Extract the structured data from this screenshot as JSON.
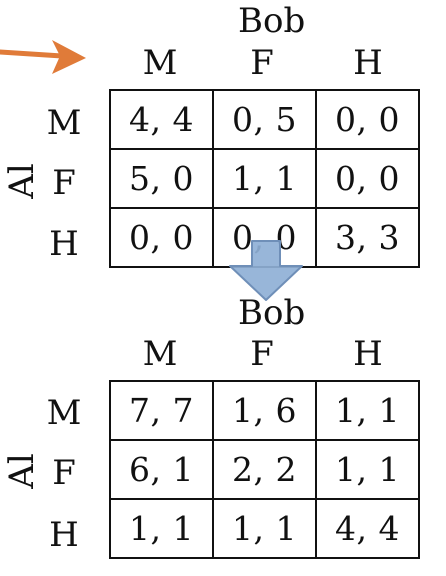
{
  "colors": {
    "pointer_arrow": "#e07b39",
    "transform_arrow_fill": "#8fb0d6",
    "transform_arrow_stroke": "#6f8fb8",
    "grid": "#111111",
    "text": "#111111"
  },
  "icons": {
    "pointer_arrow": "orange-right-arrow",
    "transform_arrow": "blue-down-arrow"
  },
  "game_top": {
    "column_player": "Bob",
    "row_player": "Al",
    "column_labels": [
      "M",
      "F",
      "H"
    ],
    "row_labels": [
      "M",
      "F",
      "H"
    ],
    "cells": [
      [
        "4, 4",
        "0, 5",
        "0, 0"
      ],
      [
        "5, 0",
        "1, 1",
        "0, 0"
      ],
      [
        "0, 0",
        "0, 0",
        "3, 3"
      ]
    ]
  },
  "game_bottom": {
    "column_player": "Bob",
    "row_player": "Al",
    "column_labels": [
      "M",
      "F",
      "H"
    ],
    "row_labels": [
      "M",
      "F",
      "H"
    ],
    "cells": [
      [
        "7, 7",
        "1, 6",
        "1, 1"
      ],
      [
        "6, 1",
        "2, 2",
        "1, 1"
      ],
      [
        "1, 1",
        "1, 1",
        "4, 4"
      ]
    ]
  }
}
